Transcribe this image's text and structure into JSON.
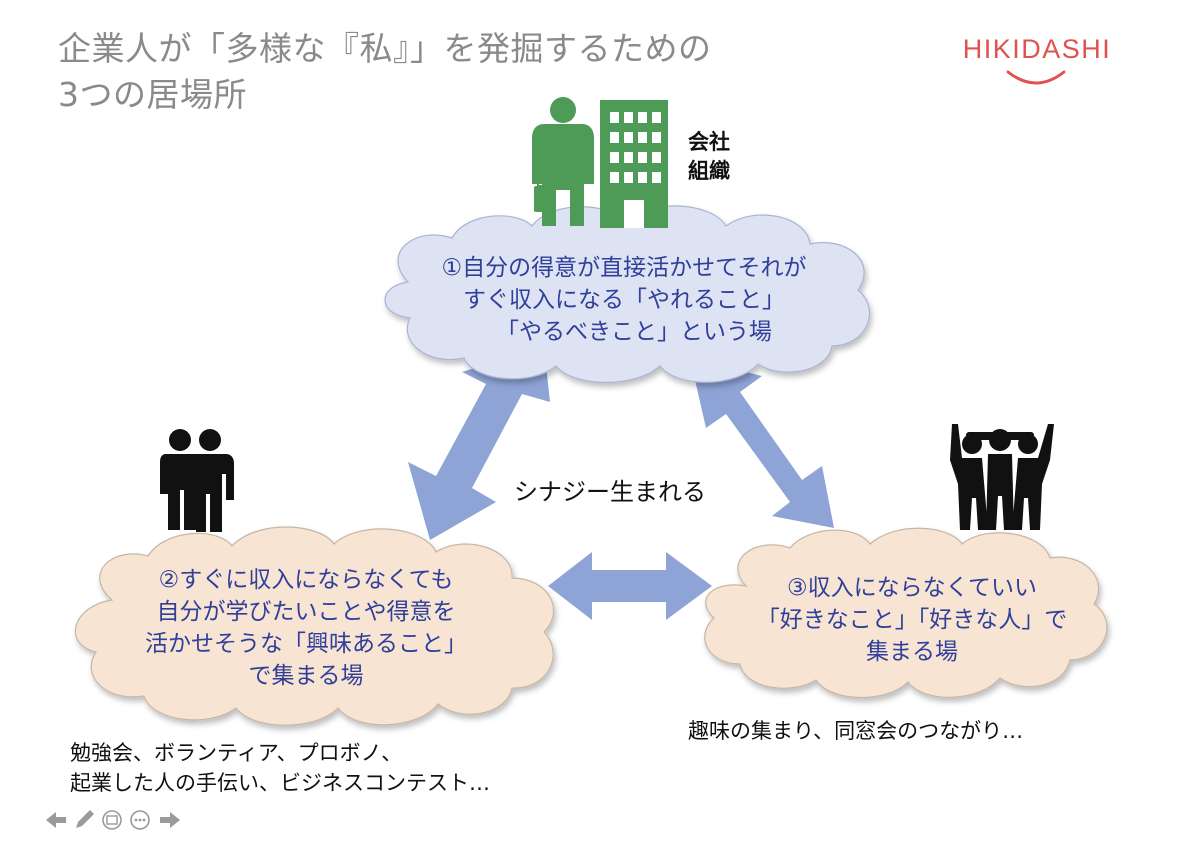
{
  "title": {
    "line1": "企業人が「多様な『私』」を発掘するための",
    "line2": "3つの居場所"
  },
  "brand": {
    "name": "HIKIDASHI",
    "color": "#e0524d"
  },
  "top_node": {
    "icon_label_line1": "会社",
    "icon_label_line2": "組織",
    "text_lines": [
      "①自分の得意が直接活かせてそれが",
      "すぐ収入になる「やれること」",
      "「やるべきこと」という場"
    ],
    "cloud_color": "#dde3f3"
  },
  "left_node": {
    "text_lines": [
      "②すぐに収入にならなくても",
      "自分が学びたいことや得意を",
      "活かせそうな「興味あること」",
      "で集まる場"
    ],
    "examples_line1": "勉強会、ボランティア、プロボノ、",
    "examples_line2": "起業した人の手伝い、ビジネスコンテスト…",
    "cloud_color": "#f7e4d3"
  },
  "right_node": {
    "text_lines": [
      "③収入にならなくていい",
      "「好きなこと」「好きな人」で",
      "集まる場"
    ],
    "examples": "趣味の集まり、同窓会のつながり…",
    "cloud_color": "#f7e4d3"
  },
  "center_label": "シナジー生まれる",
  "colors": {
    "arrow": "#8ea3d6",
    "icon_green": "#4e9a57",
    "icon_black": "#111111",
    "text_blue": "#2f3f9a"
  },
  "nav_icons": [
    "arrow-left-icon",
    "pen-icon",
    "slides-icon",
    "more-icon",
    "arrow-right-icon"
  ]
}
